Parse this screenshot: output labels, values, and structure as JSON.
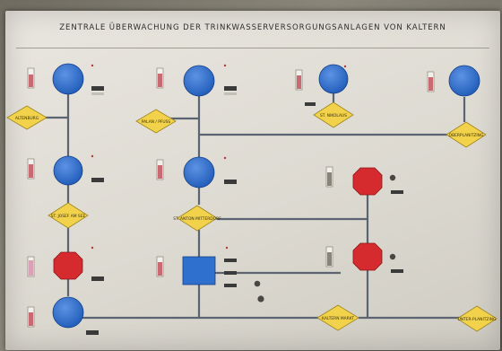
{
  "board": {
    "title": "ZENTRALE ÜBERWACHUNG DER TRINKWASSERVERSORGUNGSANLAGEN VON KALTERN"
  },
  "colors": {
    "tank": "#2f6fce",
    "diamond": "#f2d24a",
    "hex": "#d62b2e",
    "pipe": "#5b6470",
    "board": "#e4e1da"
  },
  "zones": [
    {
      "id": "altenburg",
      "label": "ALTENBURG"
    },
    {
      "id": "pfuss",
      "label": "PALAN / PFUSS"
    },
    {
      "id": "nikolaus",
      "label": "ST. NIKOLAUS"
    },
    {
      "id": "oberplanitzing",
      "label": "OBERPLANITZING"
    },
    {
      "id": "st-josef",
      "label": "ST. JOSEF AM SEE"
    },
    {
      "id": "st-anton",
      "label": "ST. ANTON MITTERDORF"
    },
    {
      "id": "kaltern-markt",
      "label": "KALTERN MARKT"
    },
    {
      "id": "unterplanitzing",
      "label": "UNTER-PLANITZING"
    }
  ],
  "icons": {
    "tank": "water-reservoir-icon",
    "hex": "pump-station-icon",
    "diamond": "supply-zone-icon",
    "meter": "level-meter-icon",
    "switch": "switch-icon",
    "valve": "valve-knob-icon"
  }
}
